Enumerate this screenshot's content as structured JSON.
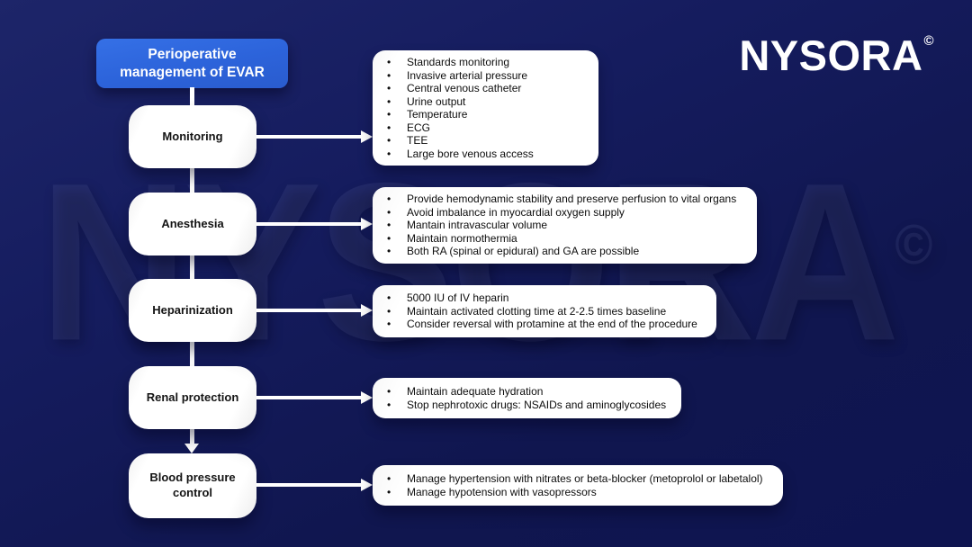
{
  "page": {
    "background_color": "#141b5c",
    "accent_color": "#2c63da",
    "node_color": "#ffffff"
  },
  "logo": {
    "text": "NYSORA",
    "copyright": "©"
  },
  "watermark": {
    "text": "NYSORA",
    "copyright": "©"
  },
  "title": {
    "text": "Perioperative management of EVAR"
  },
  "rows": [
    {
      "label": "Monitoring",
      "bullets": [
        "Standards monitoring",
        "Invasive arterial pressure",
        "Central venous catheter",
        "Urine output",
        "Temperature",
        "ECG",
        "TEE",
        "Large bore venous access"
      ]
    },
    {
      "label": "Anesthesia",
      "bullets": [
        "Provide hemodynamic stability and preserve perfusion to vital organs",
        "Avoid imbalance in myocardial oxygen supply",
        "Mantain intravascular volume",
        "Maintain normothermia",
        "Both RA (spinal or epidural) and GA are possible"
      ]
    },
    {
      "label": "Heparinization",
      "bullets": [
        "5000 IU of IV heparin",
        "Maintain activated clotting time at 2-2.5 times baseline",
        "Consider reversal with protamine at the end of the procedure"
      ]
    },
    {
      "label": "Renal protection",
      "bullets": [
        "Maintain adequate hydration",
        "Stop nephrotoxic drugs: NSAIDs and aminoglycosides"
      ]
    },
    {
      "label": "Blood pressure control",
      "bullets": [
        "Manage hypertension with nitrates or beta-blocker (metoprolol or labetalol)",
        "Manage hypotension with vasopressors"
      ]
    }
  ]
}
